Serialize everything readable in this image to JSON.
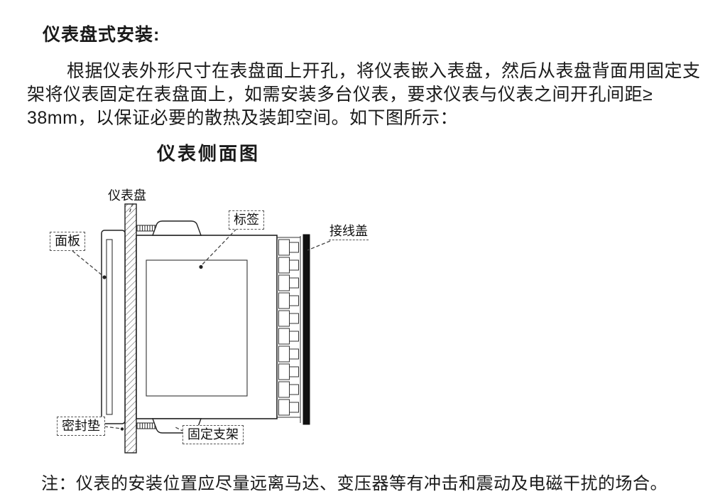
{
  "page": {
    "heading": "仪表盘式安装:",
    "paragraph_lines": [
      "根据仪表外形尺寸在表盘面上开孔，将仪表嵌入表盘，然后从表盘背面用固定支",
      "架将仪表固定在表盘面上，如需安装多台仪表，要求仪表与仪表之间开孔间距≥",
      "38mm，以保证必要的散热及装卸空间。如下图所示："
    ],
    "note": "注：仪表的安装位置应尽量远离马达、变压器等有冲击和震动及电磁干扰的场合。"
  },
  "diagram": {
    "title": "仪表侧面图",
    "labels": {
      "panel": "仪表盘",
      "faceplate": "面板",
      "tag": "标签",
      "terminal_cover": "接线盖",
      "gasket": "密封垫",
      "bracket": "固定支架"
    },
    "colors": {
      "ink": "#222222",
      "cover_fill": "#111111",
      "leader": "#444444"
    }
  }
}
